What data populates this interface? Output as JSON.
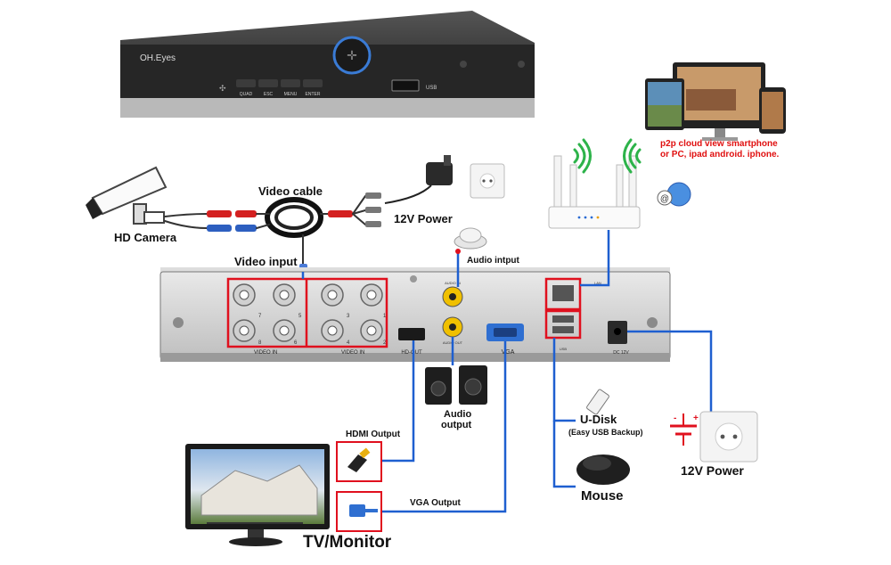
{
  "dvr_front": {
    "brand": "OH.Eyes",
    "buttons": [
      "QUAD",
      "ESC",
      "MENU",
      "ENTER"
    ],
    "usb_label": "USB"
  },
  "dvr_back": {
    "video_in_label": "VIDEO IN",
    "port_numbers": [
      "7",
      "5",
      "3",
      "1",
      "8",
      "6",
      "4",
      "2"
    ],
    "hdmi_label": "HD-OUT",
    "vga_label": "VGA",
    "audio_in_label": "AUDIO IN",
    "audio_out_label": "AUDIO OUT",
    "lan_label": "LAN",
    "usb_label": "USB",
    "dc_label": "DC 12V"
  },
  "labels": {
    "hd_camera": "HD Camera",
    "video_cable": "Video cable",
    "power_12v_top": "12V Power",
    "video_input": "Video input",
    "audio_input": "Audio intput",
    "p2p_line1": "p2p cloud view smartphone",
    "p2p_line2": "or PC, ipad android. iphone.",
    "audio_output_line1": "Audio",
    "audio_output_line2": "output",
    "hdmi_output": "HDMI Output",
    "vga_output": "VGA Output",
    "tv_monitor": "TV/Monitor",
    "u_disk": "U-Disk",
    "u_disk_sub": "(Easy USB Backup)",
    "mouse": "Mouse",
    "power_12v_right": "12V Power"
  },
  "colors": {
    "wire_blue": "#1e5fd0",
    "highlight_red": "#e0101e",
    "dvr_body": "#2a2a2a"
  }
}
